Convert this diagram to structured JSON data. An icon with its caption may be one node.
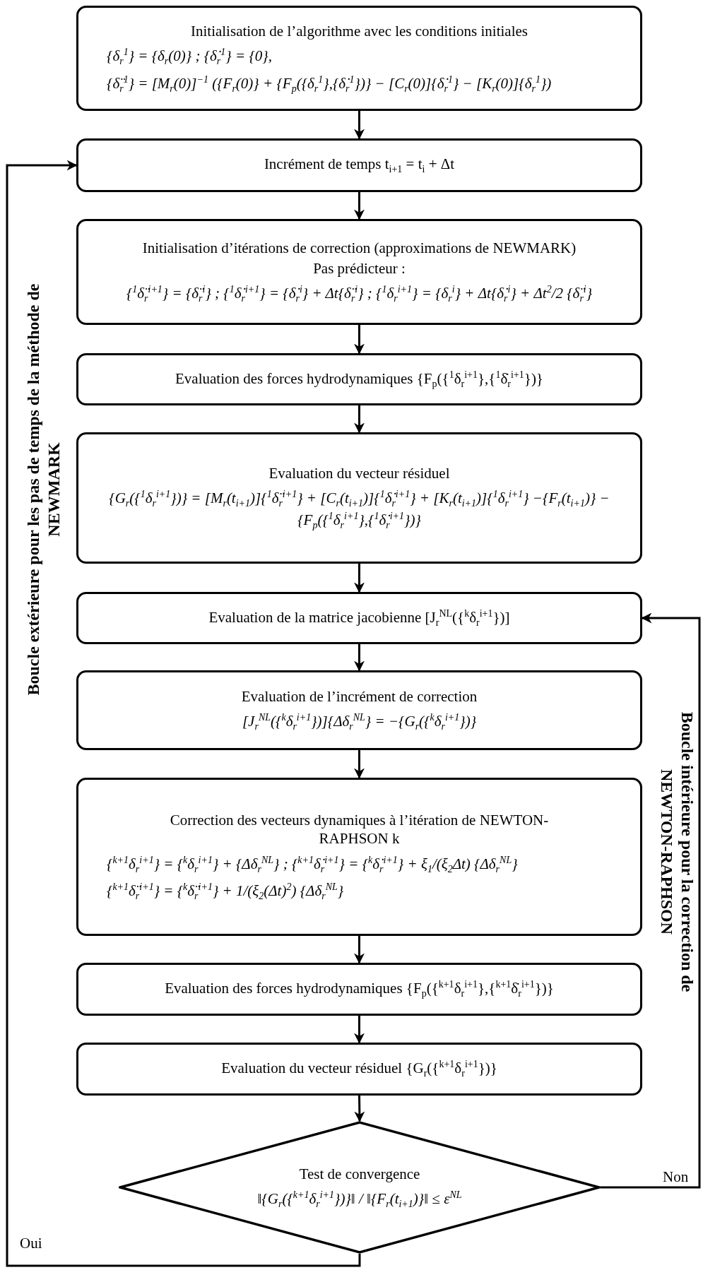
{
  "diagram": {
    "nodes": [
      {
        "text": [
          "Initialisation de l’algorithme avec les conditions initiales",
          "{δ$_{r}$$^{1}$} = {δ$_{r}$(0)}   ;   {δ̇$_{r}$$^{1}$} = {0},",
          "{δ̈$_{r}$$^{1}$} = [M$_{r}$(0)]$^{−1}$ ({F$_{r}$(0)} + {F$_{p}$({δ$_{r}$$^{1}$},{δ̇$_{r}$$^{1}$})} − [C$_{r}$(0)]{δ̇$_{r}$$^{1}$} − [K$_{r}$(0)]{δ$_{r}$$^{1}$})"
        ]
      },
      {
        "text": [
          "Incrément de temps t$_{i+1}$ = t$_{i}$ + Δt"
        ]
      },
      {
        "text": [
          "Initialisation d’itérations de correction (approximations de NEWMARK)",
          "Pas prédicteur :",
          "{$^{1}$δ̈$_{r}$$^{i+1}$} = {δ̈$_{r}$$^{i}$}   ;   {$^{1}$δ̇$_{r}$$^{i+1}$} = {δ̇$_{r}$$^{i}$} + Δt{δ̈$_{r}$$^{i}$}   ;   {$^{1}$δ$_{r}$$^{i+1}$} = {δ$_{r}$$^{i}$} + Δt{δ̇$_{r}$$^{i}$} + Δt$^{2}$/2 {δ̈$_{r}$$^{i}$}"
        ]
      },
      {
        "text": [
          "Evaluation des forces hydrodynamiques {F$_{p}$({$^{1}$δ$_{r}$$^{i+1}$},{$^{1}$δ̇$_{r}$$^{i+1}$})}"
        ]
      },
      {
        "text": [
          "Evaluation du vecteur résiduel",
          "{G$_{r}$({$^{1}$δ$_{r}$$^{i+1}$})} = [M$_{r}$(t$_{i+1}$)]{$^{1}$δ̈$_{r}$$^{i+1}$} + [C$_{r}$(t$_{i+1}$)]{$^{1}$δ̇$_{r}$$^{i+1}$} + [K$_{r}$(t$_{i+1}$)]{$^{1}$δ$_{r}$$^{i+1}$} −{F$_{r}$(t$_{i+1}$)} − {F$_{p}$({$^{1}$δ$_{r}$$^{i+1}$},{$^{1}$δ̇$_{r}$$^{i+1}$})}"
        ]
      },
      {
        "text": [
          "Evaluation de la matrice jacobienne [J$_{r}$$^{NL}$({$^{k}$δ$_{r}$$^{i+1}$})]"
        ]
      },
      {
        "text": [
          "Evaluation de l’incrément de correction",
          "[J$_{r}$$^{NL}$({$^{k}$δ$_{r}$$^{i+1}$})]{Δδ$_{r}$$^{NL}$} = −{G$_{r}$({$^{k}$δ$_{r}$$^{i+1}$})}"
        ]
      },
      {
        "text": [
          "Correction des vecteurs dynamiques à l’itération de NEWTON-RAPHSON k",
          "{$^{k+1}$δ$_{r}$$^{i+1}$} = {$^{k}$δ$_{r}$$^{i+1}$} + {Δδ$_{r}$$^{NL}$}   ;   {$^{k+1}$δ̇$_{r}$$^{i+1}$} = {$^{k}$δ̇$_{r}$$^{i+1}$} + ξ$_{1}$/(ξ$_{2}$Δt) {Δδ$_{r}$$^{NL}$}",
          "{$^{k+1}$δ̈$_{r}$$^{i+1}$} = {$^{k}$δ̈$_{r}$$^{i+1}$} + 1/(ξ$_{2}$(Δt)$^{2}$) {Δδ$_{r}$$^{NL}$}"
        ]
      },
      {
        "text": [
          "Evaluation des forces hydrodynamiques {F$_{p}$({$^{k+1}$δ$_{r}$$^{i+1}$},{$^{k+1}$δ̇$_{r}$$^{i+1}$})}"
        ]
      },
      {
        "text": [
          "Evaluation du vecteur résiduel {G$_{r}$({$^{k+1}$δ$_{r}$$^{i+1}$})}"
        ]
      },
      {
        "text": [
          "Test de convergence",
          "‖{G$_{r}$({$^{k+1}$δ$_{r}$$^{i+1}$})}‖ / ‖{F$_{r}$(t$_{i+1}$)}‖ ≤ ε$^{NL}$"
        ]
      }
    ],
    "edges": [
      {
        "from": 0,
        "to": 1,
        "arrow": "to"
      },
      {
        "from": 1,
        "to": 2,
        "arrow": "to"
      },
      {
        "from": 2,
        "to": 3,
        "arrow": "to"
      },
      {
        "from": 3,
        "to": 4,
        "arrow": "to"
      },
      {
        "from": 4,
        "to": 5,
        "arrow": "to"
      },
      {
        "from": 5,
        "to": 6,
        "arrow": "to"
      },
      {
        "from": 6,
        "to": 7,
        "arrow": "to"
      },
      {
        "from": 7,
        "to": 8,
        "arrow": "to"
      },
      {
        "from": 8,
        "to": 9,
        "arrow": "to"
      },
      {
        "from": 9,
        "to": 10,
        "arrow": "to"
      },
      {
        "from": 10,
        "to": 5,
        "arrow": "to",
        "label": "Non"
      },
      {
        "from": 10,
        "to": 1,
        "arrow": "to",
        "label": "Oui"
      }
    ],
    "labels": [
      "Boucle extérieure pour les pas de temps de la méthode de NEWMARK",
      "Boucle intérieure pour la correction de NEWTON-RAPHSON"
    ]
  }
}
